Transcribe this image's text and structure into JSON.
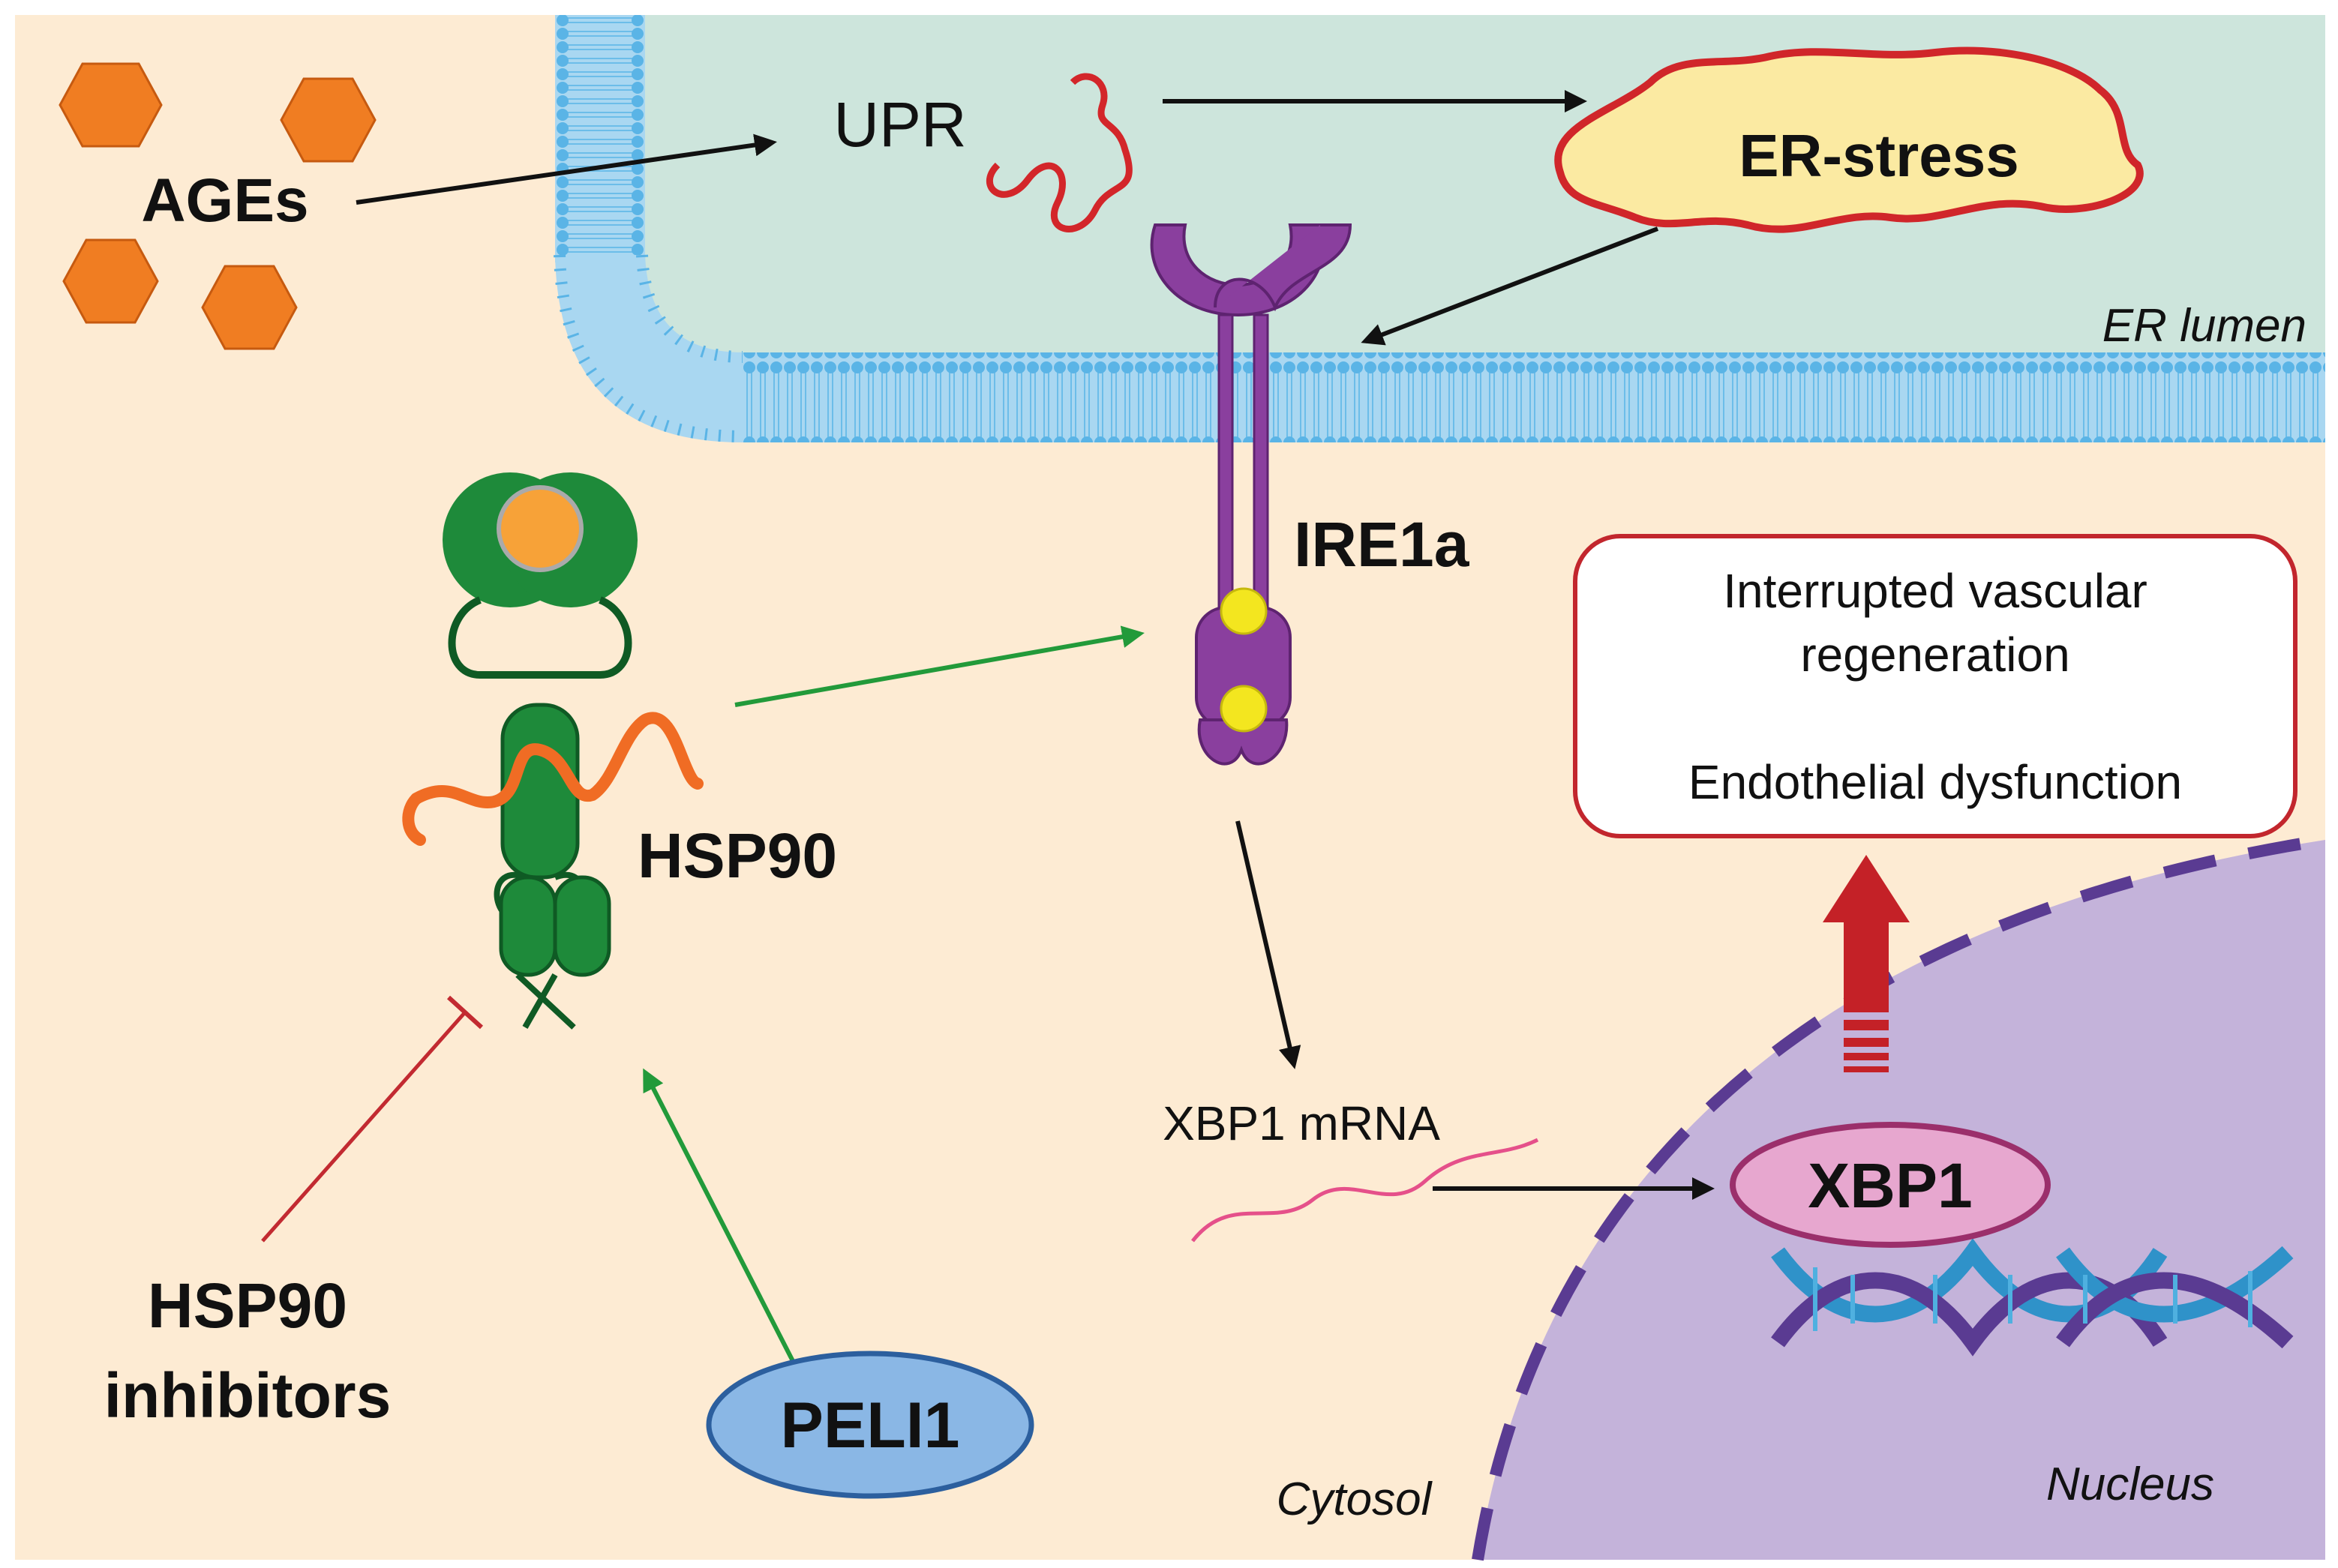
{
  "labels": {
    "ages": "AGEs",
    "upr": "UPR",
    "er_stress": "ER-stress",
    "er_lumen": "ER lumen",
    "ire1a": "IRE1a",
    "hsp90": "HSP90",
    "hsp90_inhibitors_line1": "HSP90",
    "hsp90_inhibitors_line2": "inhibitors",
    "peli1": "PELI1",
    "xbp1_mrna": "XBP1 mRNA",
    "xbp1": "XBP1",
    "cytosol": "Cytosol",
    "nucleus": "Nucleus",
    "outcome_line1": "Interrupted vascular",
    "outcome_line2": "regeneration",
    "outcome_line3": "Endothelial dysfunction"
  },
  "colors": {
    "cytosol_bg": "#fdebd3",
    "er_lumen_bg": "#cde5dc",
    "membrane": "#5ab4e6",
    "nucleus": "#c4b3da",
    "nuclear_envelope": "#5a3b92",
    "ages": "#f07d22",
    "ire1a": "#8a3f9e",
    "ire1a_dots": "#f3e61f",
    "hsp90": "#1e8a3a",
    "hsp90_ligand": "#f7a238",
    "client_protein": "#f06c24",
    "er_stress_fill": "#fbeaa2",
    "er_stress_border": "#d0262a",
    "peli1": "#8ab7e5",
    "xbp1": "#e7a7cf",
    "xbp1_border": "#9b2f6b",
    "activation_arrow": "#229a3a",
    "inhibition": "#c22a31",
    "outcome_border": "#c2262d",
    "upregulation_arrow": "#c42127",
    "mrna": "#e5508a",
    "dna_a": "#2f92c9",
    "dna_b": "#5a3b92"
  }
}
